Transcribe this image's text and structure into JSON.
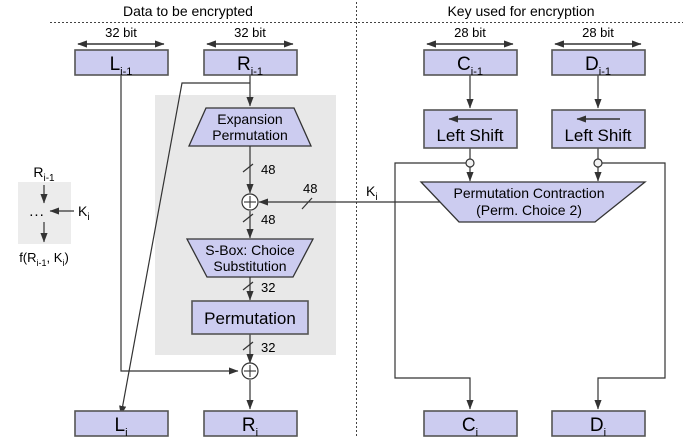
{
  "diagram": {
    "title_left": "Data to be encrypted",
    "title_right": "Key used for encryption",
    "widths": {
      "left_l": "32 bit",
      "left_r": "32 bit",
      "right_c": "28 bit",
      "right_d": "28 bit"
    },
    "boxes": {
      "l_prev": "L",
      "l_prev_sub": "i-1",
      "r_prev": "R",
      "r_prev_sub": "i-1",
      "c_prev": "C",
      "c_prev_sub": "i-1",
      "d_prev": "D",
      "d_prev_sub": "i-1",
      "l_next": "L",
      "l_next_sub": "i",
      "r_next": "R",
      "r_next_sub": "i",
      "c_next": "C",
      "c_next_sub": "i",
      "d_next": "D",
      "d_next_sub": "i",
      "expansion_line1": "Expansion",
      "expansion_line2": "Permutation",
      "sbox_line1": "S-Box: Choice",
      "sbox_line2": "Substitution",
      "permutation": "Permutation",
      "left_shift_1": "Left Shift",
      "left_shift_2": "Left Shift",
      "perm_contract_line1": "Permutation Contraction",
      "perm_contract_line2": "(Perm. Choice 2)"
    },
    "bit_labels": {
      "e_out": "48",
      "xor_in": "48",
      "xor_out": "48",
      "sbox_out": "32",
      "perm_out": "32",
      "key_feed": "48"
    },
    "key_label": "K",
    "key_label_sub": "i",
    "legend": {
      "top": "R",
      "top_sub": "i-1",
      "dots": "...",
      "key": "K",
      "key_sub": "i",
      "bottom_f": "f(R",
      "bottom_sub1": "i-1",
      "bottom_mid": ", K",
      "bottom_sub2": "i",
      "bottom_end": ")"
    },
    "colors": {
      "box_fill": "#ccccf0",
      "box_stroke": "#555555",
      "region_fill": "#e8e8e8",
      "line": "#333333",
      "text": "#000000"
    }
  }
}
